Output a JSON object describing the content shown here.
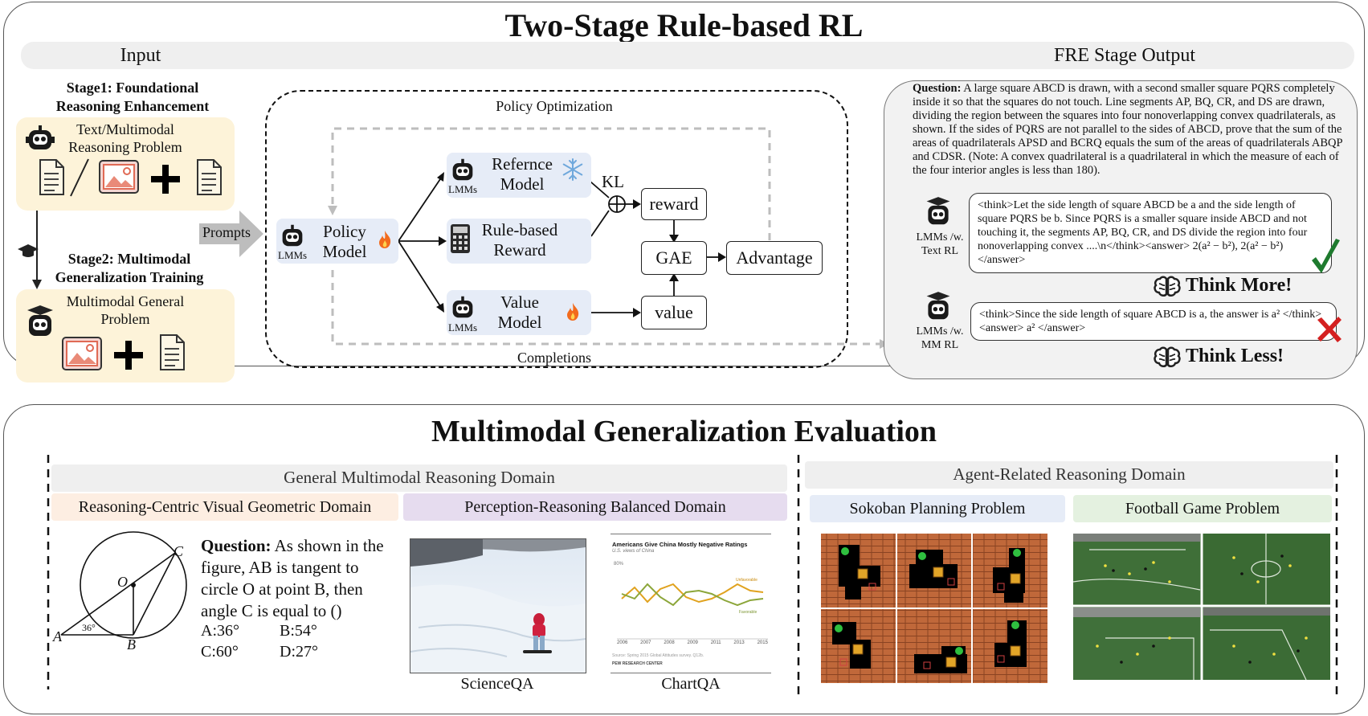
{
  "top": {
    "title": "Two-Stage Rule-based RL",
    "input_label": "Input",
    "output_label": "FRE Stage Output",
    "stage1_title": "Stage1: Foundational Reasoning Enhancement",
    "stage1_box": "Text/Multimodal Reasoning Problem",
    "stage2_title": "Stage2: Multimodal Generalization Training",
    "stage2_box": "Multimodal General Problem",
    "prompts": "Prompts",
    "policy_optimization": "Policy Optimization",
    "completions": "Completions",
    "lmms": "LMMs",
    "policy_model": "Policy Model",
    "reference_model": "Refernce Model",
    "rule_reward": "Rule-based Reward",
    "value_model": "Value Model",
    "kl": "KL",
    "reward": "reward",
    "gae": "GAE",
    "advantage": "Advantage",
    "value": "value"
  },
  "output": {
    "question_label": "Question:",
    "question_text": "A large square ABCD is drawn, with a second smaller square PQRS completely inside it so that the squares do not touch. Line segments AP, BQ, CR, and DS are drawn, dividing the region between the squares into four nonoverlapping convex quadrilaterals, as shown. If the sides of PQRS are not parallel to the sides of ABCD, prove that the sum of the areas of quadrilaterals APSD and BCRQ equals the sum of the areas of quadrilaterals ABQP and CDSR. (Note: A convex quadrilateral is a quadrilateral in which the measure of each of the four interior angles is less than 180).",
    "text_rl_label": "LMMs /w. Text RL",
    "text_rl_answer": "<think>Let the side length of square ABCD be a and the side length of square PQRS be b. Since PQRS is a smaller square inside ABCD and not touching it, the segments AP, BQ, CR, and DS divide the region into four nonoverlapping convex ....\\n</think><answer> 2(a² − b²), 2(a² − b²) </answer>",
    "think_more": "Think More!",
    "mm_rl_label": "LMMs /w. MM RL",
    "mm_rl_answer": "<think>Since the side length of square ABCD is a,  the answer is a² </think><answer> a² </answer>",
    "think_less": "Think Less!"
  },
  "bottom": {
    "title": "Multimodal Generalization Evaluation",
    "general_domain": "General Multimodal Reasoning Domain",
    "agent_domain": "Agent-Related Reasoning Domain",
    "geo_domain": "Reasoning-Centric Visual Geometric Domain",
    "perception_domain": "Perception-Reasoning Balanced Domain",
    "sokoban": "Sokoban Planning Problem",
    "football": "Football Game Problem",
    "scienceqa": "ScienceQA",
    "chartqa": "ChartQA",
    "geo_question_label": "Question:",
    "geo_question": "As shown in the figure, AB is tangent to circle O at point B, then angle C is equal to ()",
    "opt_a": "A:36°",
    "opt_b": "B:54°",
    "opt_c": "C:60°",
    "opt_d": "D:27°",
    "pt_c": "C",
    "pt_o": "O",
    "pt_a": "A",
    "pt_b": "B",
    "angle": "36°",
    "chart_title": "Americans Give China Mostly Negative Ratings",
    "chart_sub": "U.S. views of China",
    "chart_unfav": "Unfavorable",
    "chart_fav": "Favorable",
    "chart_y": "80%",
    "chart_years": [
      "2006",
      "2007",
      "2008",
      "2009",
      "2011",
      "2013",
      "2015"
    ],
    "chart_source": "Source: Spring 2015 Global Attitudes survey. Q12b.",
    "chart_center": "PEW RESEARCH CENTER"
  },
  "colors": {
    "yellow": "#fdf3d9",
    "blue_box": "#e6ecf7",
    "geo_label_bg": "#fdeee2",
    "perception_label_bg": "#e6dcef",
    "sokoban_label_bg": "#e6ecf7",
    "football_label_bg": "#e4f1e0",
    "check_green": "#1e7a2e",
    "cross_red": "#d42020",
    "fire": "#f26b1d"
  }
}
